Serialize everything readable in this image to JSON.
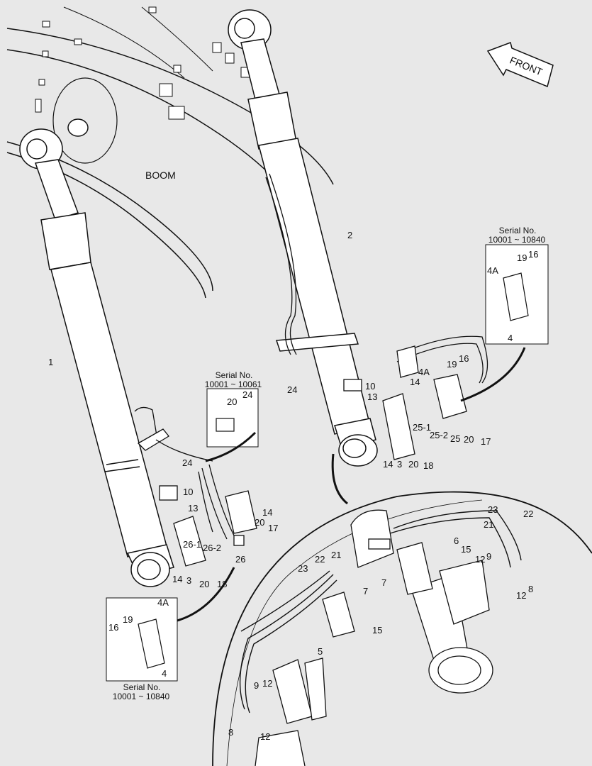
{
  "diagram": {
    "boom_label": "BOOM",
    "front_label": "FRONT",
    "serial_boxes": [
      {
        "title": "Serial No.",
        "range": "10001 ~ 10840"
      },
      {
        "title": "Serial No.",
        "range": "10001 ~ 10061"
      },
      {
        "title": "Serial No.",
        "range": "10001 ~ 10840"
      }
    ],
    "callouts": [
      "1",
      "2",
      "3",
      "3",
      "4",
      "4",
      "4A",
      "4A",
      "4A",
      "5",
      "6",
      "7",
      "7",
      "8",
      "8",
      "9",
      "9",
      "10",
      "10",
      "12",
      "12",
      "12",
      "12",
      "13",
      "13",
      "14",
      "14",
      "14",
      "14",
      "15",
      "15",
      "16",
      "16",
      "16",
      "17",
      "17",
      "18",
      "18",
      "19",
      "19",
      "19",
      "20",
      "20",
      "20",
      "20",
      "20",
      "21",
      "21",
      "22",
      "22",
      "23",
      "23",
      "24",
      "24",
      "24",
      "25",
      "25-1",
      "25-2",
      "26",
      "26-1",
      "26-2"
    ],
    "colors": {
      "background": "#e8e8e8",
      "ink": "#111111",
      "panel": "#ffffff"
    }
  }
}
